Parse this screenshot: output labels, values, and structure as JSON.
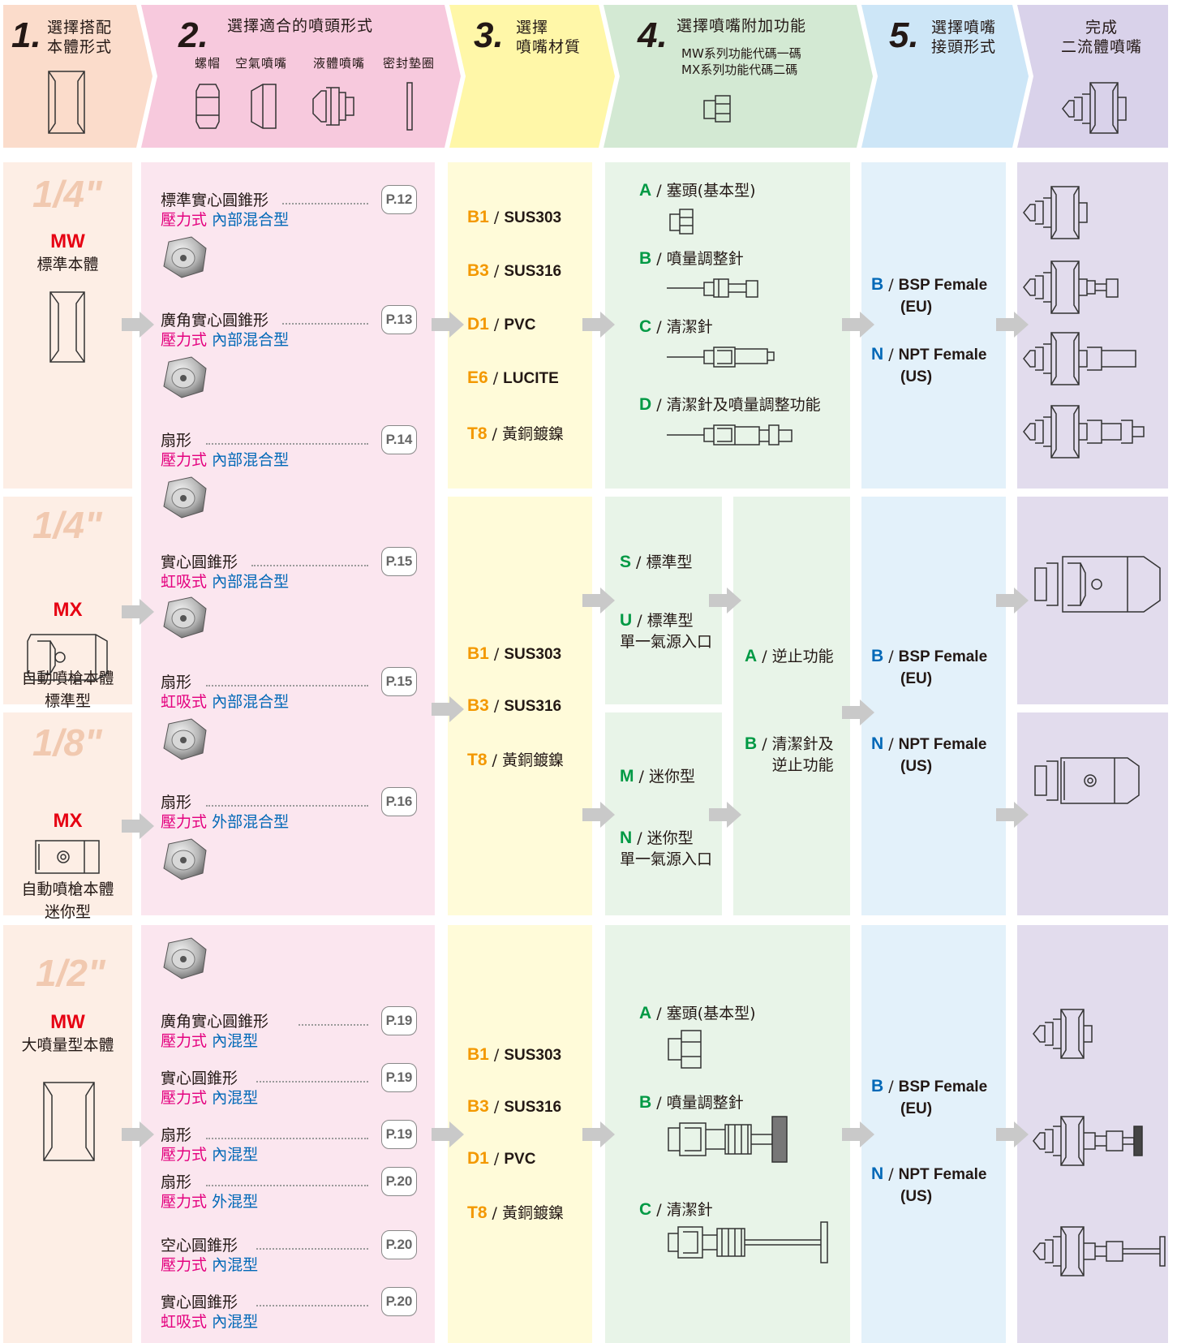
{
  "steps": [
    {
      "num": "1.",
      "title": "選擇搭配\n本體形式"
    },
    {
      "num": "2.",
      "title": "選擇適合的噴頭形式",
      "parts": [
        "螺帽",
        "空氣噴嘴",
        "液體噴嘴",
        "密封墊圈"
      ]
    },
    {
      "num": "3.",
      "title": "選擇\n噴嘴材質"
    },
    {
      "num": "4.",
      "title": "選擇噴嘴附加功能",
      "notes": [
        "MW系列功能代碼一碼",
        "MX系列功能代碼二碼"
      ]
    },
    {
      "num": "5.",
      "title": "選擇噴嘴\n接頭形式"
    },
    {
      "num": "",
      "title": "完成\n二流體噴嘴"
    }
  ],
  "bodies": [
    {
      "size": "1/4\"",
      "series": "MW",
      "label": "標準本體"
    },
    {
      "size": "1/4\"",
      "series": "MX",
      "label": "自動噴槍本體\n標準型"
    },
    {
      "size": "1/8\"",
      "series": "MX",
      "label": "自動噴槍本體\n迷你型"
    },
    {
      "size": "1/2\"",
      "series": "MW",
      "label": "大噴量型本體"
    }
  ],
  "tips_top": [
    {
      "name": "標準實心圓錐形",
      "type_a": "壓力式",
      "type_b": "內部混合型",
      "page": "P.12"
    },
    {
      "name": "廣角實心圓錐形",
      "type_a": "壓力式",
      "type_b": "內部混合型",
      "page": "P.13"
    },
    {
      "name": "扇形",
      "type_a": "壓力式",
      "type_b": "內部混合型",
      "page": "P.14"
    },
    {
      "name": "實心圓錐形",
      "type_a": "虹吸式",
      "type_b": "內部混合型",
      "page": "P.15"
    },
    {
      "name": "扇形",
      "type_a": "虹吸式",
      "type_b": "內部混合型",
      "page": "P.15"
    },
    {
      "name": "扇形",
      "type_a": "壓力式",
      "type_b": "外部混合型",
      "page": "P.16"
    }
  ],
  "tips_bottom": [
    {
      "name": "廣角實心圓錐形",
      "type_a": "壓力式",
      "type_b": "內混型",
      "page": "P.19"
    },
    {
      "name": "實心圓錐形",
      "type_a": "壓力式",
      "type_b": "內混型",
      "page": "P.19"
    },
    {
      "name": "扇形",
      "type_a": "壓力式",
      "type_b": "內混型",
      "page": "P.19"
    },
    {
      "name": "扇形",
      "type_a": "壓力式",
      "type_b": "外混型",
      "page": "P.20"
    },
    {
      "name": "空心圓錐形",
      "type_a": "壓力式",
      "type_b": "內混型",
      "page": "P.20"
    },
    {
      "name": "實心圓錐形",
      "type_a": "虹吸式",
      "type_b": "內混型",
      "page": "P.20"
    }
  ],
  "materials_mw": [
    {
      "code": "B1",
      "name": "SUS303"
    },
    {
      "code": "B3",
      "name": "SUS316"
    },
    {
      "code": "D1",
      "name": "PVC"
    },
    {
      "code": "E6",
      "name": "LUCITE"
    },
    {
      "code": "T8",
      "name": "黃銅鍍鎳"
    }
  ],
  "materials_mx": [
    {
      "code": "B1",
      "name": "SUS303"
    },
    {
      "code": "B3",
      "name": "SUS316"
    },
    {
      "code": "T8",
      "name": "黃銅鍍鎳"
    }
  ],
  "materials_big": [
    {
      "code": "B1",
      "name": "SUS303"
    },
    {
      "code": "B3",
      "name": "SUS316"
    },
    {
      "code": "D1",
      "name": "PVC"
    },
    {
      "code": "T8",
      "name": "黃銅鍍鎳"
    }
  ],
  "functions_mw": [
    {
      "code": "A",
      "name": "塞頭(基本型)"
    },
    {
      "code": "B",
      "name": "噴量調整針"
    },
    {
      "code": "C",
      "name": "清潔針"
    },
    {
      "code": "D",
      "name": "清潔針及噴量調整功能"
    }
  ],
  "functions_mx_first": [
    {
      "code": "S",
      "name": "標準型"
    },
    {
      "code": "U",
      "name": "標準型\n單一氣源入口"
    },
    {
      "code": "M",
      "name": "迷你型"
    },
    {
      "code": "N",
      "name": "迷你型\n單一氣源入口"
    }
  ],
  "functions_mx_second": [
    {
      "code": "A",
      "name": "逆止功能"
    },
    {
      "code": "B",
      "name": "清潔針及\n逆止功能"
    }
  ],
  "functions_big": [
    {
      "code": "A",
      "name": "塞頭(基本型)"
    },
    {
      "code": "B",
      "name": "噴量調整針"
    },
    {
      "code": "C",
      "name": "清潔針"
    }
  ],
  "connections": [
    {
      "code": "B",
      "name": "BSP Female",
      "region": "(EU)"
    },
    {
      "code": "N",
      "name": "NPT Female",
      "region": "(US)"
    }
  ],
  "colors": {
    "step1": "#fbdccb",
    "step2": "#f7c9dd",
    "step3": "#fff7a8",
    "step4": "#d3e9d3",
    "step5": "#cde6f7",
    "step6": "#d9d2ea",
    "col1": "#fdeee5",
    "col2": "#fbe6ef",
    "col3": "#fffbd9",
    "col4": "#e8f4e8",
    "col5": "#e3f1fa",
    "col6": "#e2dced",
    "arrow": "#c9c9c9"
  }
}
